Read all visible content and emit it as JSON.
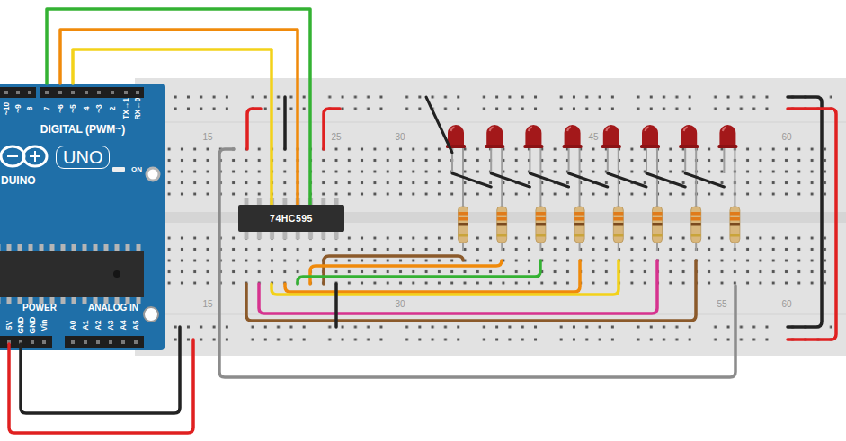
{
  "diagram": {
    "nodes": [
      {
        "text": [
          "~10",
          "~9",
          "8",
          "7",
          "~6",
          "~5",
          "4",
          "~3",
          "2",
          "TX→1",
          "RX←0",
          "DIGITAL (PWM~)",
          "DUINO",
          "ON",
          "POWER",
          "ANALOG IN",
          "5V",
          "GND",
          "GND",
          "Vin",
          "A0",
          "A1",
          "A2",
          "A3",
          "A4",
          "A5"
        ]
      },
      {
        "text": [
          "UNO"
        ],
        "in": 0
      },
      {
        "text": [
          "74HC595"
        ]
      }
    ],
    "edges": [
      {
        "from": 0,
        "to": 2,
        "arrow": "none"
      },
      {
        "from": 0,
        "to": 2,
        "arrow": "none"
      },
      {
        "from": 0,
        "to": 2,
        "arrow": "none"
      }
    ],
    "labels": [
      "15",
      "25",
      "30",
      "45",
      "60",
      "15",
      "30",
      "55",
      "60"
    ]
  }
}
